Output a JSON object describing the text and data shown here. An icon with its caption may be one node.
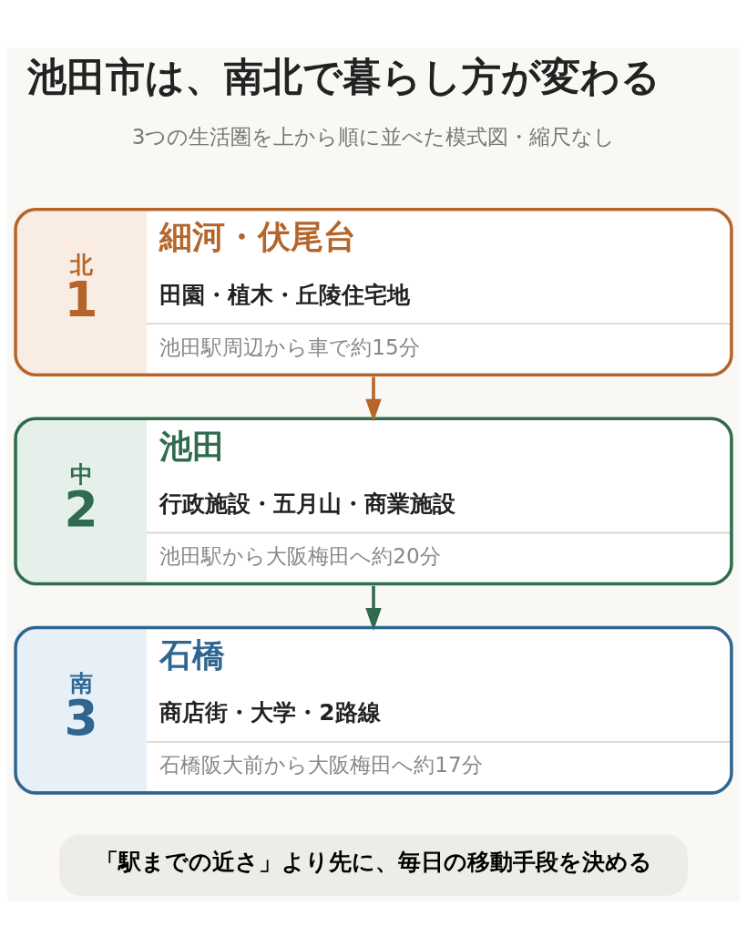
{
  "diagram": {
    "title": "池田市は、南北で暮らし方が変わる",
    "nodes": [
      {
        "text": [
          "北",
          "1",
          "細河・伏尾台",
          "田園・植木・丘陵住宅地",
          "池田駅周辺から車で約15分"
        ]
      },
      {
        "text": [
          "中",
          "2",
          "池田",
          "行政施設・五月山・商業施設",
          "池田駅から大阪梅田へ約20分"
        ]
      },
      {
        "text": [
          "南",
          "3",
          "石橋",
          "商店街・大学・2路線",
          "石橋阪大前から大阪梅田へ約17分"
        ]
      },
      {
        "text": [
          "「駅までの近さ」より先に、毎日の移動手段を決める"
        ]
      }
    ],
    "edges": [
      {
        "from": 0,
        "to": 1,
        "arrow": "to",
        "color": "#b5652a"
      },
      {
        "from": 1,
        "to": 2,
        "arrow": "to",
        "color": "#2f6b4f"
      }
    ],
    "labels": [
      "3つの生活圏を上から順に並べた模式図・縮尺なし"
    ]
  }
}
